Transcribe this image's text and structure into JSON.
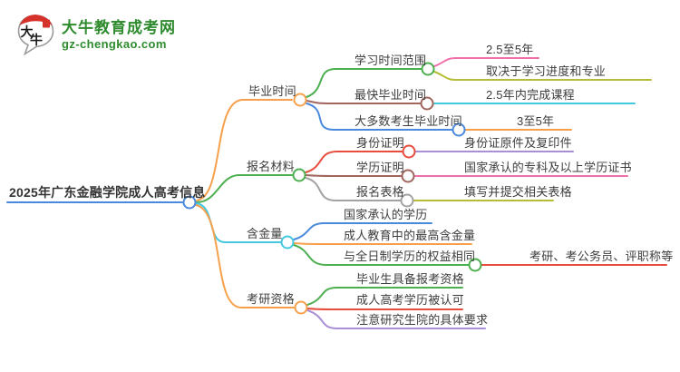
{
  "site": {
    "logo_title": "大牛教育成考网",
    "logo_url": "gz-chengkao.com",
    "logo_icon": "daniu-speech-bubble-cow-seal",
    "brand_green": "#2e8b2e",
    "brand_red": "#d6322c"
  },
  "mindmap": {
    "root": {
      "label": "2025年广东金融学院成人高考信息",
      "color": "#4a89dc"
    },
    "branches": [
      {
        "label": "毕业时间",
        "color": "#f7a04b",
        "children": [
          {
            "label": "学习时间范围",
            "color": "#4caf50",
            "children": [
              {
                "label": "2.5至5年",
                "color": "#f06eaa"
              },
              {
                "label": "取决于学习进度和专业",
                "color": "#b5bd35"
              }
            ]
          },
          {
            "label": "最快毕业时间",
            "color": "#a0655d",
            "children": [
              {
                "label": "2.5年内完成课程",
                "color": "#45c8e0"
              }
            ]
          },
          {
            "label": "大多数考生毕业时间",
            "color": "#4a89dc",
            "children": [
              {
                "label": "3至5年",
                "color": "#f7a04b"
              }
            ]
          }
        ]
      },
      {
        "label": "报名材料",
        "color": "#4caf50",
        "children": [
          {
            "label": "身份证明",
            "color": "#e74c3c",
            "children": [
              {
                "label": "身份证原件及复印件",
                "color": "#a98fd6"
              }
            ]
          },
          {
            "label": "学历证明",
            "color": "#a0655d",
            "children": [
              {
                "label": "国家承认的专科及以上学历证书",
                "color": "#f06eaa"
              }
            ]
          },
          {
            "label": "报名表格",
            "color": "#a2a2a2",
            "children": [
              {
                "label": "填写并提交相关表格",
                "color": "#b5bd35"
              }
            ]
          }
        ]
      },
      {
        "label": "含金量",
        "color": "#45c8e0",
        "children": [
          {
            "label": "国家承认的学历",
            "color": "#4a89dc"
          },
          {
            "label": "成人教育中的最高含金量",
            "color": "#f7a04b"
          },
          {
            "label": "与全日制学历的权益相同",
            "color": "#4caf50",
            "children": [
              {
                "label": "考研、考公务员、评职称等",
                "color": "#e74c3c"
              }
            ]
          }
        ]
      },
      {
        "label": "考研资格",
        "color": "#f7a04b",
        "children": [
          {
            "label": "毕业生具备报考资格",
            "color": "#4caf50"
          },
          {
            "label": "成人高考学历被认可",
            "color": "#e74c3c"
          },
          {
            "label": "注意研究生院的具体要求",
            "color": "#a98fd6"
          }
        ]
      }
    ]
  }
}
